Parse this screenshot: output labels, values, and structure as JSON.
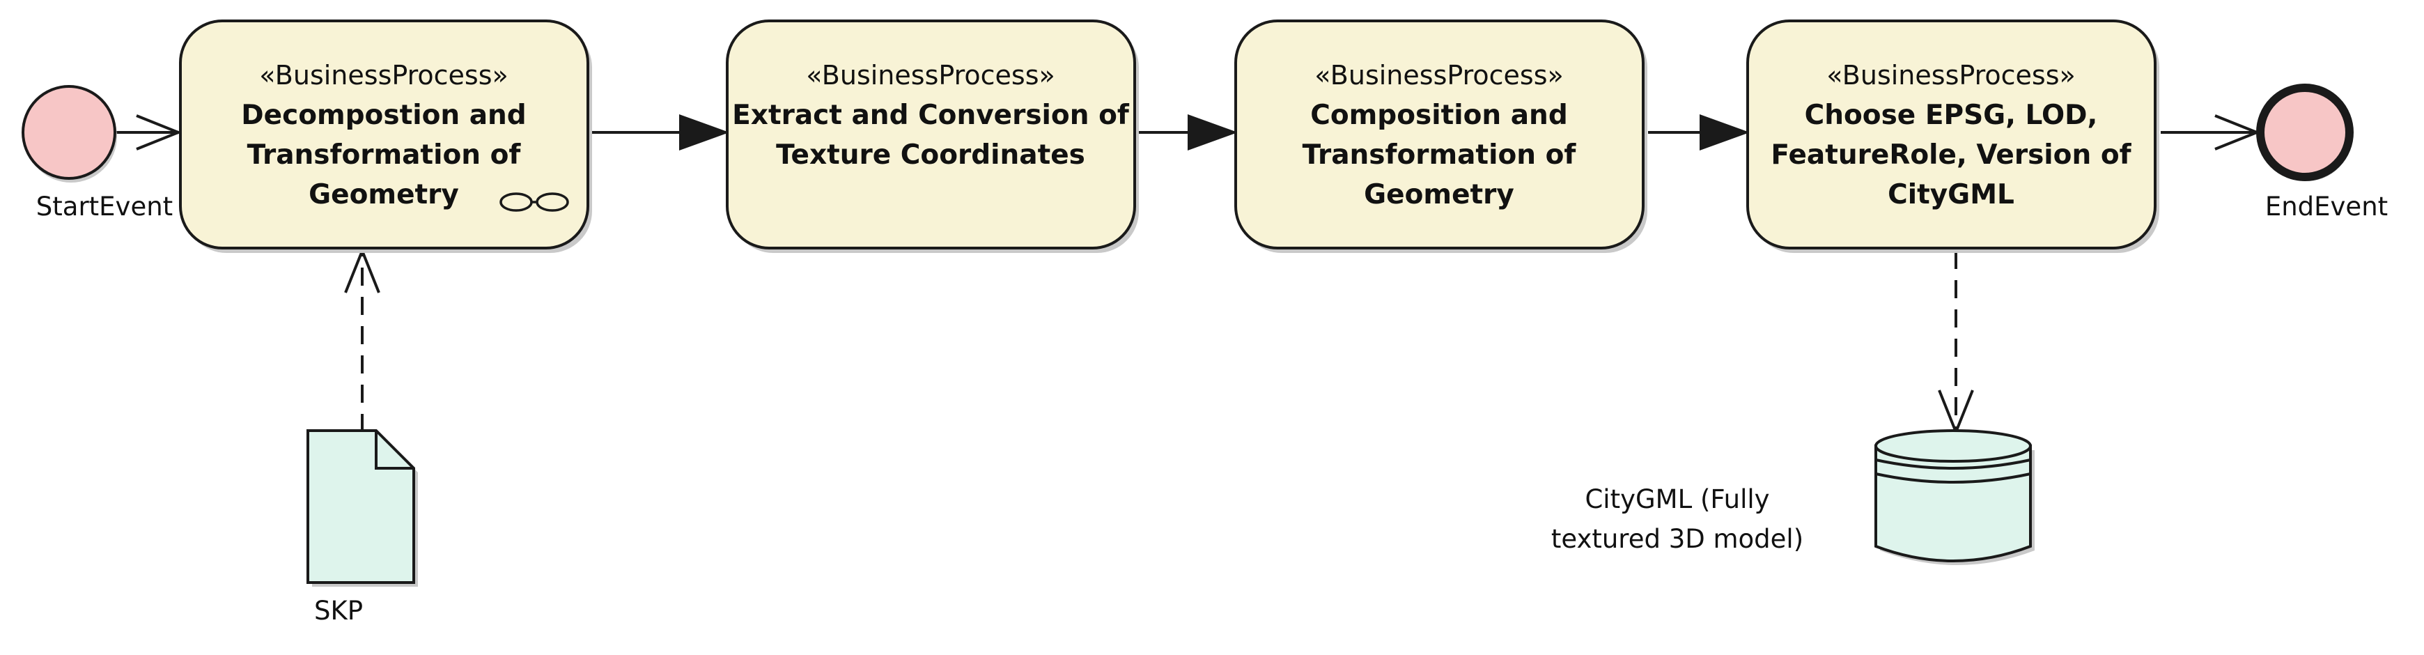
{
  "colors": {
    "process_fill": "#f8f3d6",
    "event_fill": "#f7c6c6",
    "artifact_fill": "#def4ec",
    "stroke": "#1a1a1a",
    "shadow": "#c9c9c9"
  },
  "start_event": {
    "label": "StartEvent"
  },
  "end_event": {
    "label": "EndEvent"
  },
  "processes": [
    {
      "stereotype": "«BusinessProcess»",
      "lines": [
        "Decompostion and",
        "Transformation of",
        "Geometry"
      ],
      "subprocess_icon": "glasses-icon"
    },
    {
      "stereotype": "«BusinessProcess»",
      "lines": [
        "Extract and Conversion of",
        "Texture Coordinates"
      ]
    },
    {
      "stereotype": "«BusinessProcess»",
      "lines": [
        "Composition and",
        "Transformation of",
        "Geometry"
      ]
    },
    {
      "stereotype": "«BusinessProcess»",
      "lines": [
        "Choose EPSG, LOD,",
        "FeatureRole, Version of",
        "CityGML"
      ]
    }
  ],
  "input_document": {
    "label": "SKP",
    "icon": "document-icon"
  },
  "output_datastore": {
    "lines": [
      "CityGML (Fully",
      "textured 3D model)"
    ],
    "icon": "database-icon"
  }
}
